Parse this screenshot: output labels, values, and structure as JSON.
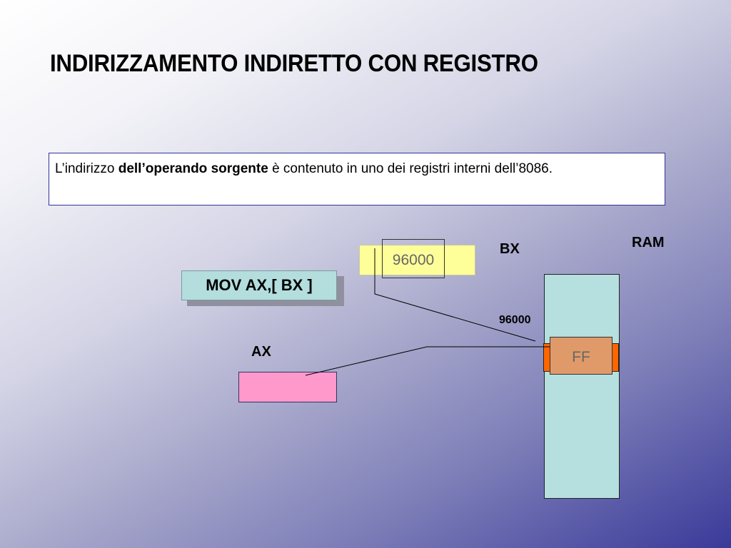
{
  "slide": {
    "title": "INDIRIZZAMENTO INDIRETTO CON REGISTRO",
    "description": {
      "pre": "L’indirizzo ",
      "bold": "dell’operando sorgente",
      "post": " è contenuto in uno dei registri interni dell’8086."
    }
  },
  "diagram": {
    "instruction": "MOV AX,[ BX ]",
    "bx_label": "BX",
    "bx_value": "96000",
    "ax_label": "AX",
    "ram_label": "RAM",
    "ram_address": "96000",
    "ram_cell_value": "FF"
  },
  "colors": {
    "bx_register": "#ffff99",
    "ax_register": "#ff99cc",
    "ram": "#b6dfdf",
    "ram_cell": "#ff6600",
    "instruction_box": "#b4dede",
    "description_border": "#333399"
  }
}
